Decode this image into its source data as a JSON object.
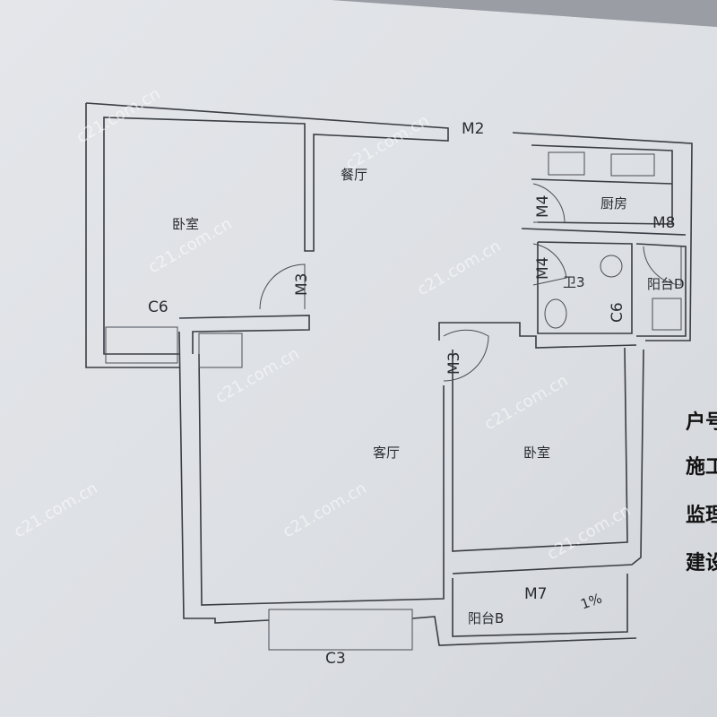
{
  "rooms": {
    "bedroom_left": "卧室",
    "dining": "餐厅",
    "living": "客厅",
    "bedroom_right": "卧室",
    "kitchen": "厨房",
    "bathroom": "卫3",
    "balcony_d": "阳台D",
    "balcony_b": "阳台B"
  },
  "codes": {
    "m2": "M2",
    "m3_left": "M3",
    "m3_right": "M3",
    "c6_left": "C6",
    "c6_bath": "C6",
    "m4_top": "M4",
    "m4_bottom": "M4",
    "m8": "M8",
    "m7": "M7",
    "c3": "C3",
    "slope": "1%"
  },
  "watermark": "c21.com.cn",
  "side_text": [
    "户号",
    "施工",
    "监理",
    "建设"
  ]
}
